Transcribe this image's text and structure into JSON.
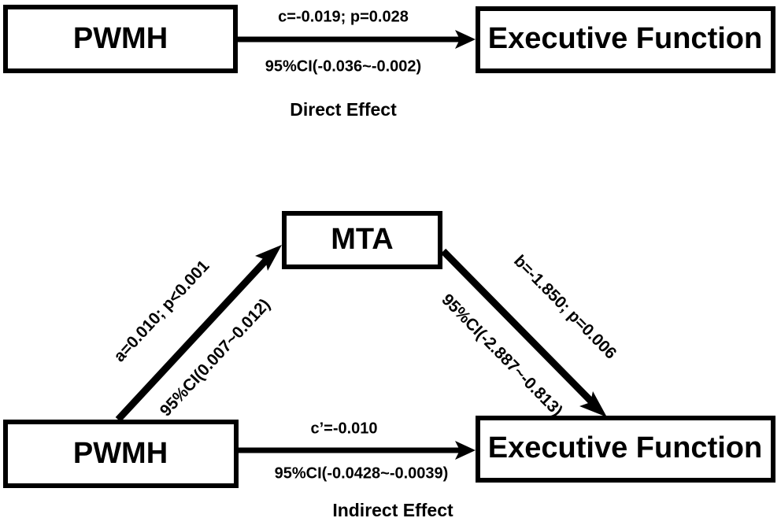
{
  "figure": {
    "type": "mediation-path-diagram",
    "panels": [
      {
        "id": "direct",
        "caption": "Direct Effect",
        "nodes": {
          "predictor": "PWMH",
          "outcome": "Executive Function"
        },
        "paths": [
          {
            "id": "c",
            "from": "PWMH",
            "to": "Executive Function",
            "coefficient_label": "c=-0.019; p=0.028",
            "ci_label": "95%CI(-0.036~-0.002)",
            "coefficient": -0.019,
            "p_value": 0.028,
            "ci_lower": -0.036,
            "ci_upper": -0.002
          }
        ]
      },
      {
        "id": "indirect",
        "caption": "Indirect Effect",
        "nodes": {
          "predictor": "PWMH",
          "mediator": "MTA",
          "outcome": "Executive Function"
        },
        "paths": [
          {
            "id": "a",
            "from": "PWMH",
            "to": "MTA",
            "coefficient_label": "a=0.010; p<0.001",
            "ci_label": "95%CI(0.007~0.012)",
            "coefficient": 0.01,
            "p_value": "<0.001",
            "ci_lower": 0.007,
            "ci_upper": 0.012
          },
          {
            "id": "b",
            "from": "MTA",
            "to": "Executive Function",
            "coefficient_label": "b=-1.850; p=0.006",
            "ci_label": "95%CI(-2.887~-0.813)",
            "coefficient": -1.85,
            "p_value": 0.006,
            "ci_lower": -2.887,
            "ci_upper": -0.813
          },
          {
            "id": "c-prime",
            "from": "PWMH",
            "to": "Executive Function",
            "coefficient_label": "c’=-0.010",
            "ci_label": "95%CI(-0.0428~-0.0039)",
            "coefficient": -0.01,
            "ci_lower": -0.0428,
            "ci_upper": -0.0039
          }
        ]
      }
    ],
    "colors": {
      "stroke": "#000000",
      "fill": "#ffffff",
      "text": "#000000"
    }
  }
}
